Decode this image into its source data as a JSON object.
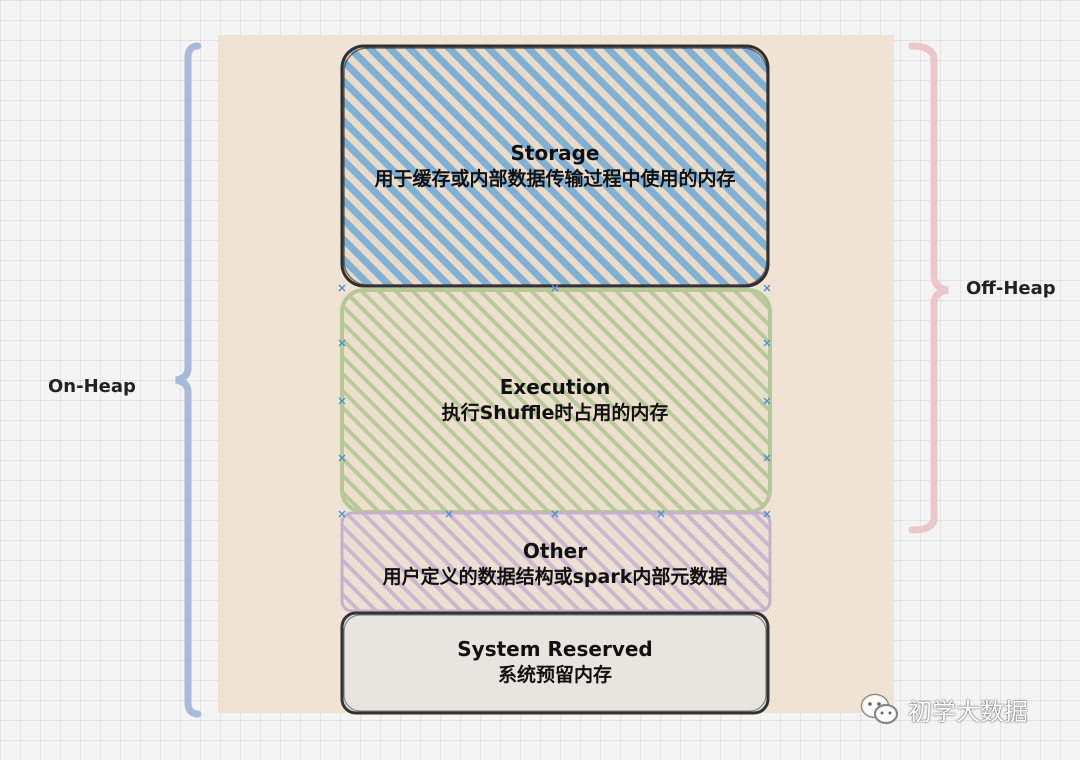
{
  "diagram": {
    "storage": {
      "title": "Storage",
      "description": "用于缓存或内部数据传输过程中使用的内存"
    },
    "execution": {
      "title": "Execution",
      "description": "执行Shuffle时占用的内存"
    },
    "other": {
      "title": "Other",
      "description": "用户定义的数据结构或spark内部元数据"
    },
    "system_reserved": {
      "title": "System Reserved",
      "description": "系统预留内存"
    },
    "on_heap_label": "On-Heap",
    "off_heap_label": "Off-Heap"
  },
  "colors": {
    "heap_area": "#efe1cf",
    "storage_hatch": "#7fb0d6",
    "execution_hatch": "#b5c896",
    "other_hatch": "#c9b3cf",
    "system_fill": "#e8e4df",
    "on_heap_brace": "#a9b9d9",
    "off_heap_brace": "#ecc6c8"
  },
  "watermark": {
    "text": "初学大数据",
    "icon": "wechat-icon"
  }
}
